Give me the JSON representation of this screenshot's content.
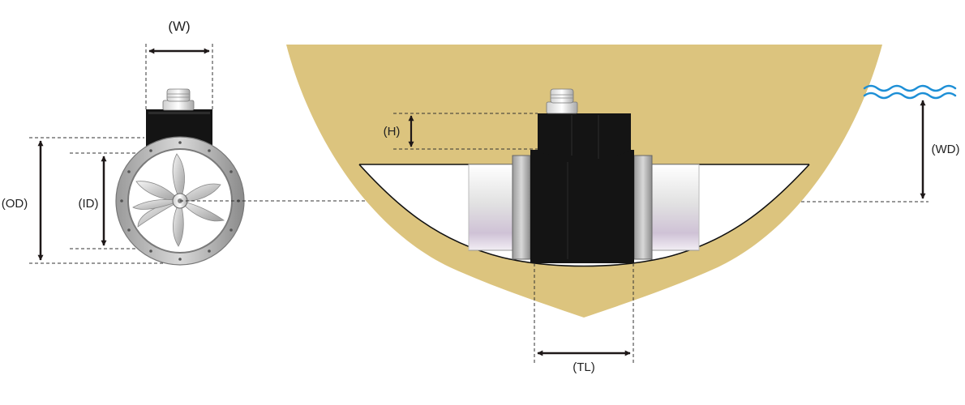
{
  "labels": {
    "width": "(W)",
    "outer_diameter": "(OD)",
    "inner_diameter": "(ID)",
    "height": "(H)",
    "water_depth": "(WD)",
    "tunnel_length": "(TL)"
  },
  "colors": {
    "hull": "#dcc47e",
    "water": "#1d8fd6",
    "motor_housing": "#141414",
    "arrow": "#1e1818",
    "flange": "#c9c9c9",
    "tunnel": "#e6e6e6"
  }
}
